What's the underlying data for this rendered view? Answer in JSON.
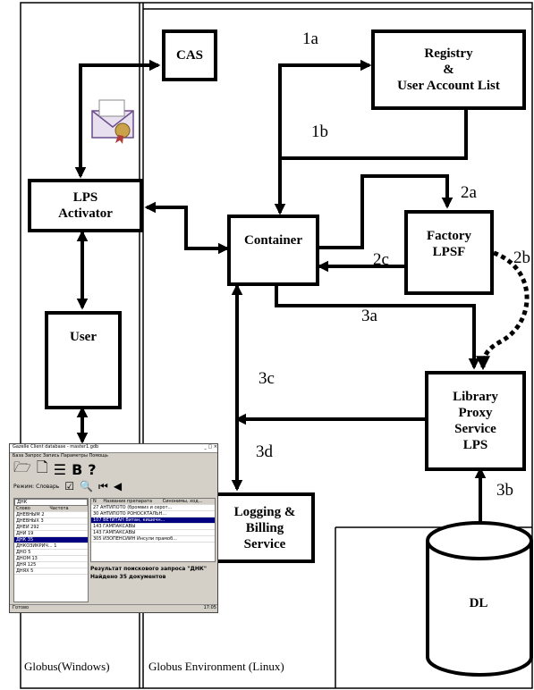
{
  "regions": {
    "left_caption": "Globus(Windows)",
    "right_caption": "Globus Environment (Linux)"
  },
  "nodes": {
    "cas": "CAS",
    "registry": [
      "Registry",
      "&",
      "User Account List"
    ],
    "lps_activator": [
      "LPS",
      "Activator"
    ],
    "container": "Container",
    "factory": [
      "Factory",
      "LPSF"
    ],
    "user": "User",
    "library_proxy": [
      "Library",
      "Proxy",
      "Service",
      "LPS"
    ],
    "logging": [
      "Logging &",
      "Billing",
      "Service"
    ],
    "dl": "DL"
  },
  "edge_labels": {
    "e1a": "1a",
    "e1b": "1b",
    "e2a": "2a",
    "e2b": "2b",
    "e2c": "2c",
    "e3a": "3a",
    "e3b": "3b",
    "e3c": "3c",
    "e3d": "3d"
  },
  "app_window": {
    "title": "Gazelle Client database - master1.gdb",
    "menu": "База  Запрос  Запись  Параметры  Помощь",
    "mode_label": "Режим:  Словарь",
    "search_value": "ДНК",
    "left_columns": [
      "Слово",
      "Частота"
    ],
    "left_rows": [
      "ДНЕВНЫМ   2",
      "ДНЕВНЫХ   3",
      "ДНЕЙ   292",
      "ДНИ   19",
      "ДНК   35",
      "ДНКОЗИКРИЧ...   1",
      "ДНО   5",
      "ДНОМ   13",
      "ДНЯ   125",
      "ДНЯХ   5"
    ],
    "right_columns": [
      "N",
      "Название препарата",
      "Синонимы, ход..."
    ],
    "right_rows": [
      "27   АНТИПОТО (бромвиз и серот...",
      "30   АНТИПОТО РОНОСКТАЛЬН...",
      "107   ВЕТИТАН   Витан, кишечн...",
      "143   ГАМПАКСАВЫ",
      "143   ГАМПАКСАВЫ",
      "305   ИЗОПЕНСИИН   Инсули прамоб..."
    ],
    "result_line1": "Результат поискового запроса \"ДНК\"",
    "result_line2": "Найдено 35 документов",
    "status_left": "Готово",
    "status_right": "17:05"
  }
}
